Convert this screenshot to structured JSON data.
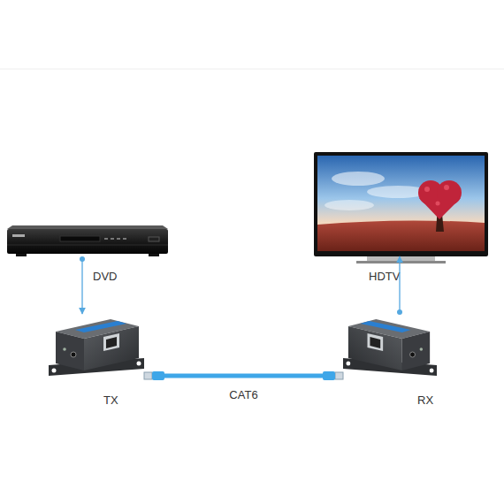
{
  "diagram": {
    "nodes": [
      {
        "text": [
          "DVD"
        ]
      },
      {
        "text": [
          "TX"
        ]
      },
      {
        "text": [
          "RX"
        ]
      },
      {
        "text": [
          "HDTV"
        ]
      }
    ],
    "edges": [
      {
        "from": 0,
        "to": 1,
        "arrow": "to"
      },
      {
        "from": 1,
        "to": 2,
        "label": "CAT6",
        "arrow": "none"
      },
      {
        "from": 2,
        "to": 3,
        "arrow": "to"
      }
    ]
  }
}
